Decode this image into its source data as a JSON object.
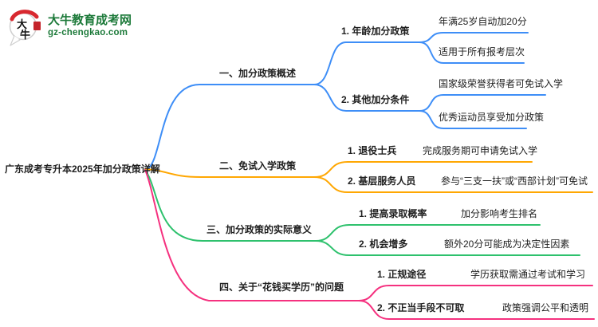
{
  "brand": {
    "title": "大牛教育成考网",
    "url": "gz-chengkao.com",
    "logo_chars": [
      "大",
      "牛"
    ],
    "title_color": "#1d7a3a",
    "logo_red": "#d8282f"
  },
  "root": {
    "label": "广东成考专升本2025年加分政策详解"
  },
  "branches": [
    {
      "label": "一、加分政策概述",
      "color": "#3e8ef7",
      "children": [
        {
          "label": "1. 年龄加分政策",
          "leaves": [
            "年满25岁自动加20分",
            "适用于所有报考层次"
          ]
        },
        {
          "label": "2. 其他加分条件",
          "leaves": [
            "国家级荣誉获得者可免试入学",
            "优秀运动员享受加分政策"
          ]
        }
      ]
    },
    {
      "label": "二、免试入学政策",
      "color": "#ffa702",
      "children": [
        {
          "label": "1. 退役士兵",
          "leaves": [
            "完成服务期可申请免试入学"
          ]
        },
        {
          "label": "2. 基层服务人员",
          "leaves": [
            "参与“三支一扶”或“西部计划”可免试"
          ]
        }
      ]
    },
    {
      "label": "三、加分政策的实际意义",
      "color": "#2ec16d",
      "children": [
        {
          "label": "1. 提高录取概率",
          "leaves": [
            "加分影响考生排名"
          ]
        },
        {
          "label": "2. 机会增多",
          "leaves": [
            "额外20分可能成为决定性因素"
          ]
        }
      ]
    },
    {
      "label": "四、关于“花钱买学历”的问题",
      "color": "#f5317f",
      "children": [
        {
          "label": "1. 正规途径",
          "leaves": [
            "学历获取需通过考试和学习"
          ]
        },
        {
          "label": "2. 不正当手段不可取",
          "leaves": [
            "政策强调公平和透明"
          ]
        }
      ]
    }
  ]
}
